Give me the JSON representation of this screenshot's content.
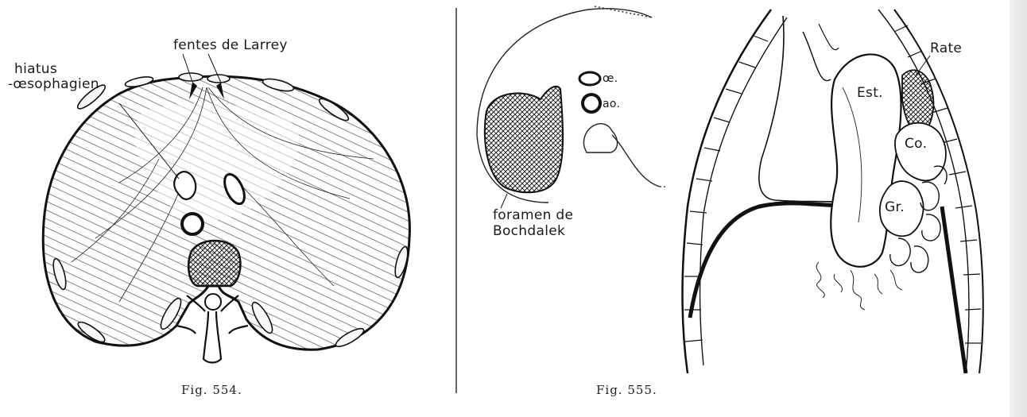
{
  "figure_554": {
    "caption": "Fig. 554.",
    "labels": {
      "fentes": "fentes de Larrey",
      "hiatus_line1": "hiatus",
      "hiatus_line2": "-œsophagien"
    }
  },
  "figure_555": {
    "caption": "Fig. 555.",
    "labels": {
      "oe": "œ.",
      "ao": "ao.",
      "foramen_line1": "foramen de",
      "foramen_line2": "Bochdalek",
      "rate": "Rate",
      "est": "Est.",
      "co": "Co.",
      "gr": "Gr."
    }
  },
  "colors": {
    "ink": "#141414",
    "paper": "#ffffff"
  }
}
